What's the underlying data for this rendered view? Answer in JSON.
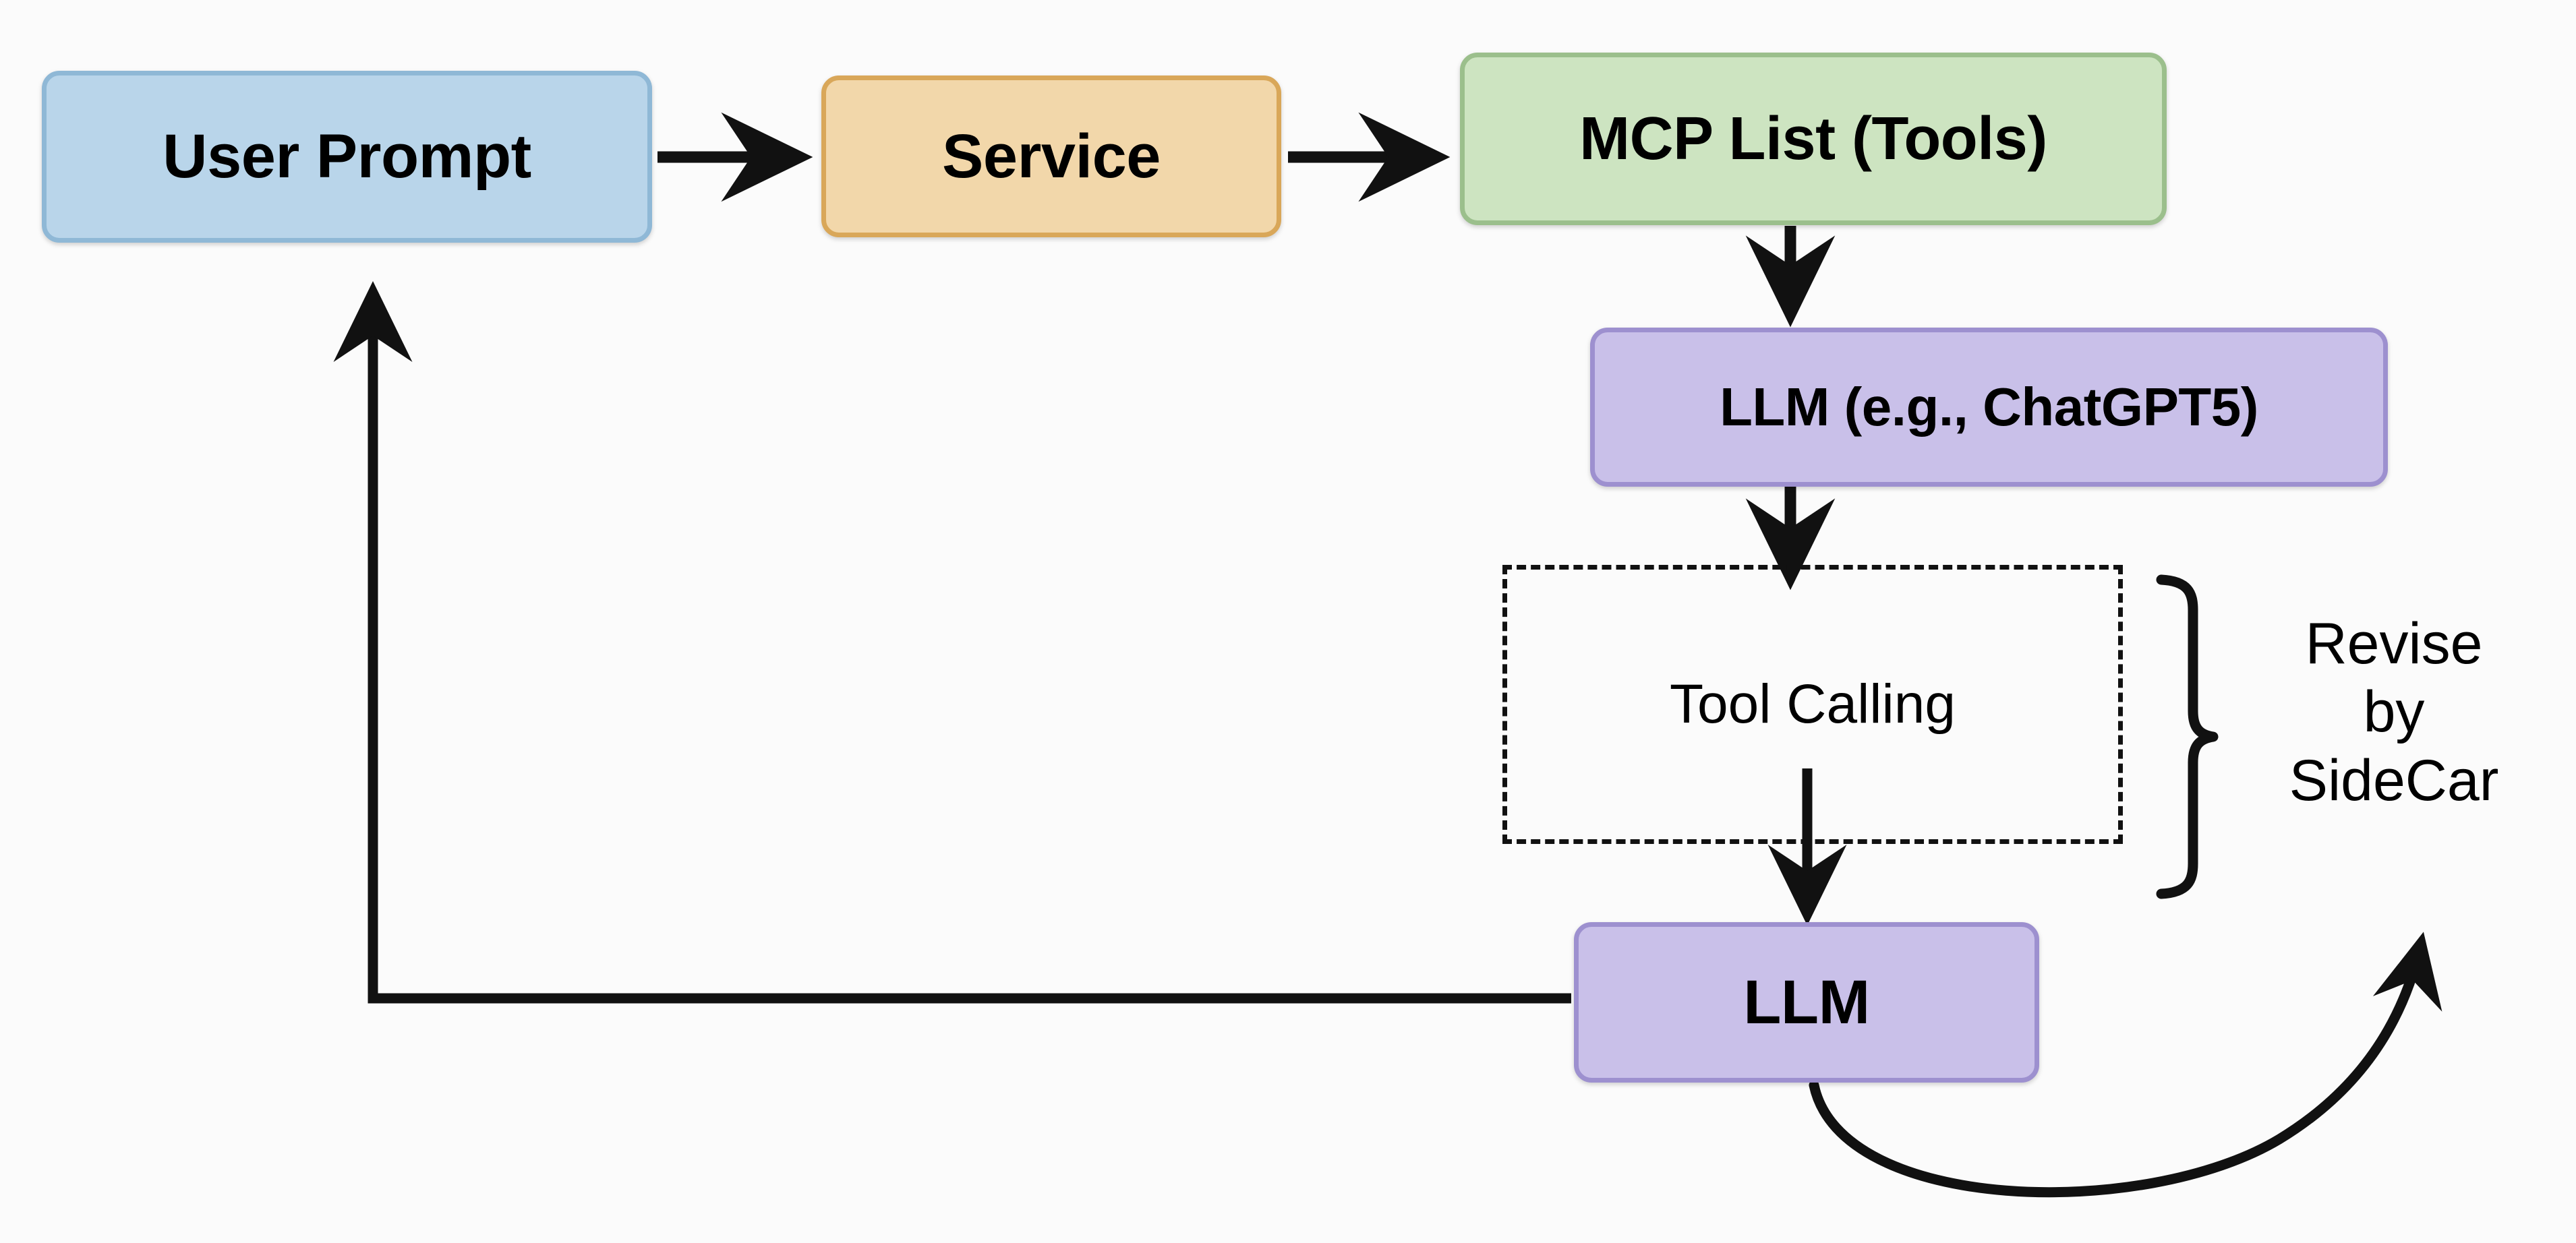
{
  "diagram": {
    "title": "MCP tool-calling flow with SideCar revision loop",
    "background_color": "#fbfbfb",
    "stroke_color": "#111111",
    "nodes": [
      {
        "id": "user-prompt",
        "label": "User Prompt",
        "fill": "#b9d5ea",
        "stroke": "#8fb8d6",
        "shape": "rounded-rect"
      },
      {
        "id": "service",
        "label": "Service",
        "fill": "#f2d7aa",
        "stroke": "#d9a759",
        "shape": "rounded-rect"
      },
      {
        "id": "mcp-list",
        "label": "MCP List (Tools)",
        "fill": "#cde4c1",
        "stroke": "#9bbf8c",
        "shape": "rounded-rect"
      },
      {
        "id": "llm-chatgpt5",
        "label": "LLM (e.g., ChatGPT5)",
        "fill": "#c9c0e9",
        "stroke": "#9d90cf",
        "shape": "rounded-rect"
      },
      {
        "id": "tool-calling",
        "label": "Tool Calling",
        "fill": "transparent",
        "stroke": "#111111",
        "shape": "dashed-rect"
      },
      {
        "id": "llm-second",
        "label": "LLM",
        "fill": "#c9c0e9",
        "stroke": "#9d90cf",
        "shape": "rounded-rect"
      }
    ],
    "annotations": [
      {
        "id": "revise-by-sidecar",
        "lines": [
          "Revise",
          "by",
          "SideCar"
        ],
        "bracket": "curly-brace-right"
      }
    ],
    "edges": [
      {
        "from": "user-prompt",
        "to": "service",
        "style": "solid",
        "arrow": "right"
      },
      {
        "from": "service",
        "to": "mcp-list",
        "style": "solid",
        "arrow": "right"
      },
      {
        "from": "mcp-list",
        "to": "llm-chatgpt5",
        "style": "solid",
        "arrow": "down"
      },
      {
        "from": "llm-chatgpt5",
        "to": "tool-calling",
        "style": "solid",
        "arrow": "down"
      },
      {
        "from": "tool-calling",
        "to": "llm-second",
        "style": "solid",
        "arrow": "down"
      },
      {
        "from": "llm-second",
        "to": "user-prompt",
        "style": "solid",
        "arrow": "up",
        "routing": "orthogonal-left"
      },
      {
        "from": "llm-second",
        "to": "revise-by-sidecar",
        "style": "solid",
        "arrow": "up",
        "routing": "curved"
      }
    ]
  }
}
